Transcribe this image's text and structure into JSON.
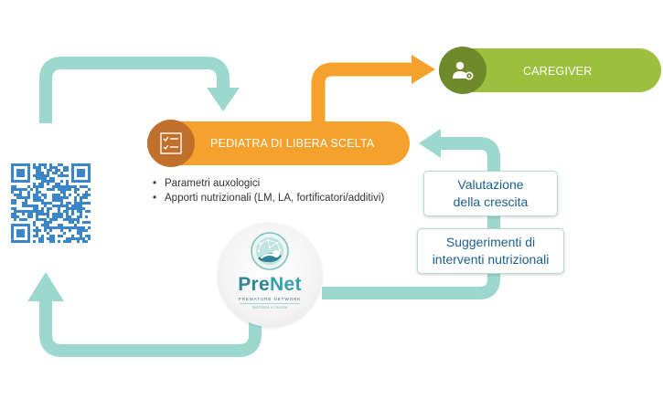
{
  "nodes": {
    "pediatra": {
      "label": "PEDIATRA DI LIBERA SCELTA",
      "icon": "checklist-icon",
      "color": "#f4a12d",
      "icon_bg": "#c0702a"
    },
    "caregiver": {
      "label": "CAREGIVER",
      "icon": "user-gear-icon",
      "color": "#9cc03e",
      "icon_bg": "#6e8a2a"
    }
  },
  "bullets": [
    "Parametri auxologici",
    "Apporti nutrizionali (LM, LA, fortificatori/additivi)"
  ],
  "boxes": {
    "valutazione": {
      "line1": "Valutazione",
      "line2": "della crescita"
    },
    "suggerimenti": {
      "line1": "Suggerimenti di",
      "line2": "interventi nutrizionali"
    }
  },
  "logo": {
    "word_pre": "Pre",
    "word_net": "Net",
    "subtitle": "PREMATURE NETWORK",
    "tagline": "Nutrizione e crescita",
    "icon": "premature-baby-emblem-icon"
  },
  "qr": {
    "icon": "qr-code-icon",
    "color": "#3a86c8"
  },
  "colors": {
    "arrow": "#9dd8d0",
    "orange_arrow": "#f4a12d",
    "box_text": "#1d5f8f"
  }
}
